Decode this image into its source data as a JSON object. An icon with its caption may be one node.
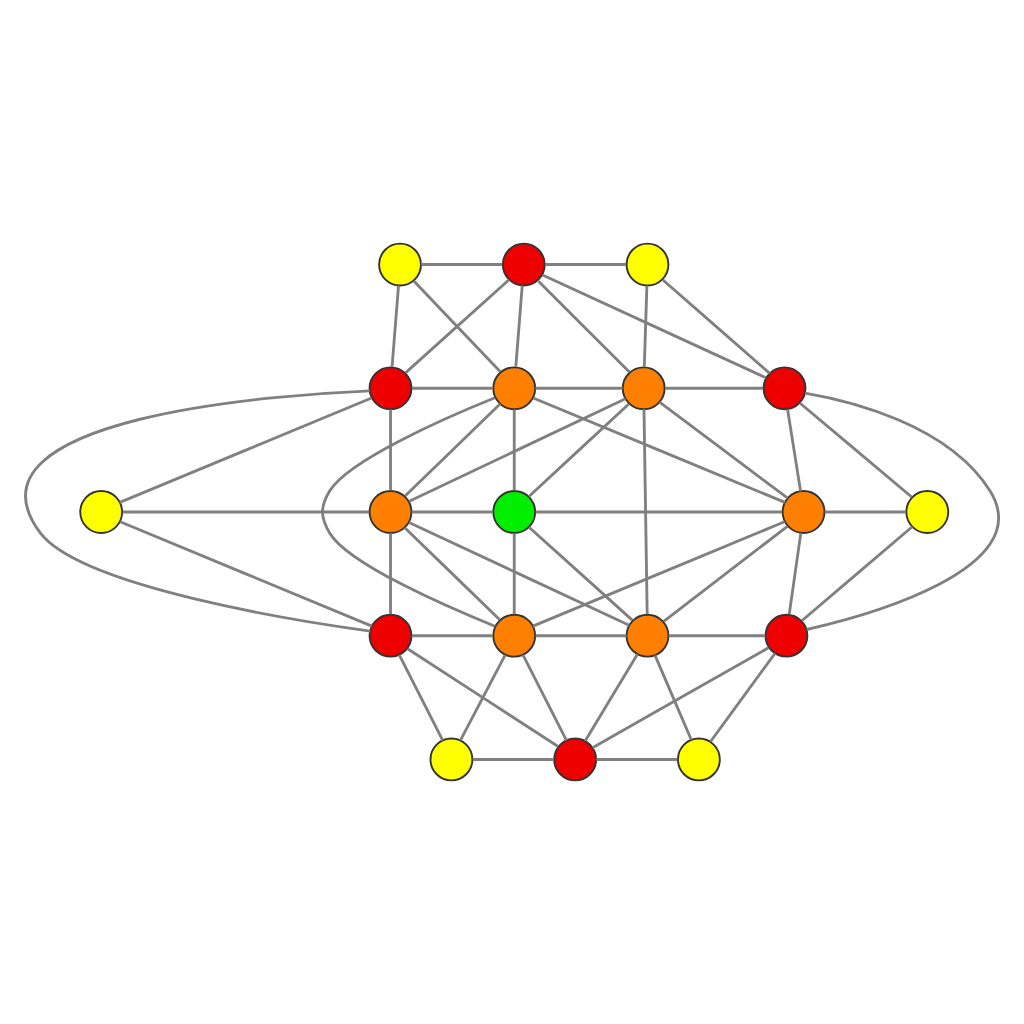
{
  "diagram": {
    "nodes": [
      {
        "text": [],
        "shape": "circle"
      },
      {
        "text": [],
        "shape": "circle"
      },
      {
        "text": [],
        "shape": "circle"
      },
      {
        "text": [],
        "shape": "circle"
      },
      {
        "text": [],
        "shape": "circle"
      },
      {
        "text": [],
        "shape": "circle"
      },
      {
        "text": [],
        "shape": "circle"
      },
      {
        "text": [],
        "shape": "circle"
      },
      {
        "text": [],
        "shape": "circle"
      },
      {
        "text": [],
        "shape": "circle"
      },
      {
        "text": [],
        "shape": "circle"
      },
      {
        "text": [],
        "shape": "circle"
      },
      {
        "text": [],
        "shape": "circle"
      },
      {
        "text": [],
        "shape": "circle"
      },
      {
        "text": [],
        "shape": "circle"
      },
      {
        "text": [],
        "shape": "circle"
      },
      {
        "text": [],
        "shape": "circle"
      },
      {
        "text": [],
        "shape": "circle"
      },
      {
        "text": [],
        "shape": "circle"
      }
    ],
    "edges": [
      {
        "from": 0,
        "to": 1,
        "arrow": "none"
      },
      {
        "from": 1,
        "to": 2,
        "arrow": "none"
      },
      {
        "from": 0,
        "to": 3,
        "arrow": "none"
      },
      {
        "from": 0,
        "to": 4,
        "arrow": "none"
      },
      {
        "from": 1,
        "to": 3,
        "arrow": "none"
      },
      {
        "from": 1,
        "to": 4,
        "arrow": "none"
      },
      {
        "from": 1,
        "to": 5,
        "arrow": "none"
      },
      {
        "from": 1,
        "to": 6,
        "arrow": "none"
      },
      {
        "from": 2,
        "to": 5,
        "arrow": "none"
      },
      {
        "from": 2,
        "to": 6,
        "arrow": "none"
      },
      {
        "from": 3,
        "to": 4,
        "arrow": "none"
      },
      {
        "from": 4,
        "to": 5,
        "arrow": "none"
      },
      {
        "from": 5,
        "to": 6,
        "arrow": "none"
      },
      {
        "from": 3,
        "to": 7,
        "arrow": "none"
      },
      {
        "from": 3,
        "to": 8,
        "arrow": "none"
      },
      {
        "from": 3,
        "to": 12,
        "arrow": "none"
      },
      {
        "from": 4,
        "to": 8,
        "arrow": "none"
      },
      {
        "from": 4,
        "to": 9,
        "arrow": "none"
      },
      {
        "from": 4,
        "to": 10,
        "arrow": "none"
      },
      {
        "from": 4,
        "to": 13,
        "arrow": "none"
      },
      {
        "from": 5,
        "to": 8,
        "arrow": "none"
      },
      {
        "from": 5,
        "to": 9,
        "arrow": "none"
      },
      {
        "from": 5,
        "to": 10,
        "arrow": "none"
      },
      {
        "from": 5,
        "to": 14,
        "arrow": "none"
      },
      {
        "from": 6,
        "to": 10,
        "arrow": "none"
      },
      {
        "from": 6,
        "to": 11,
        "arrow": "none"
      },
      {
        "from": 6,
        "to": 15,
        "arrow": "none"
      },
      {
        "from": 7,
        "to": 8,
        "arrow": "none"
      },
      {
        "from": 8,
        "to": 9,
        "arrow": "none"
      },
      {
        "from": 9,
        "to": 10,
        "arrow": "none"
      },
      {
        "from": 10,
        "to": 11,
        "arrow": "none"
      },
      {
        "from": 7,
        "to": 12,
        "arrow": "none"
      },
      {
        "from": 8,
        "to": 12,
        "arrow": "none"
      },
      {
        "from": 8,
        "to": 13,
        "arrow": "none"
      },
      {
        "from": 8,
        "to": 14,
        "arrow": "none"
      },
      {
        "from": 9,
        "to": 13,
        "arrow": "none"
      },
      {
        "from": 9,
        "to": 14,
        "arrow": "none"
      },
      {
        "from": 10,
        "to": 13,
        "arrow": "none"
      },
      {
        "from": 10,
        "to": 14,
        "arrow": "none"
      },
      {
        "from": 10,
        "to": 15,
        "arrow": "none"
      },
      {
        "from": 11,
        "to": 15,
        "arrow": "none"
      },
      {
        "from": 12,
        "to": 13,
        "arrow": "none"
      },
      {
        "from": 13,
        "to": 14,
        "arrow": "none"
      },
      {
        "from": 14,
        "to": 15,
        "arrow": "none"
      },
      {
        "from": 12,
        "to": 16,
        "arrow": "none"
      },
      {
        "from": 12,
        "to": 17,
        "arrow": "none"
      },
      {
        "from": 13,
        "to": 16,
        "arrow": "none"
      },
      {
        "from": 13,
        "to": 17,
        "arrow": "none"
      },
      {
        "from": 14,
        "to": 17,
        "arrow": "none"
      },
      {
        "from": 14,
        "to": 18,
        "arrow": "none"
      },
      {
        "from": 15,
        "to": 17,
        "arrow": "none"
      },
      {
        "from": 15,
        "to": 18,
        "arrow": "none"
      },
      {
        "from": 16,
        "to": 17,
        "arrow": "none"
      },
      {
        "from": 17,
        "to": 18,
        "arrow": "none"
      }
    ]
  }
}
